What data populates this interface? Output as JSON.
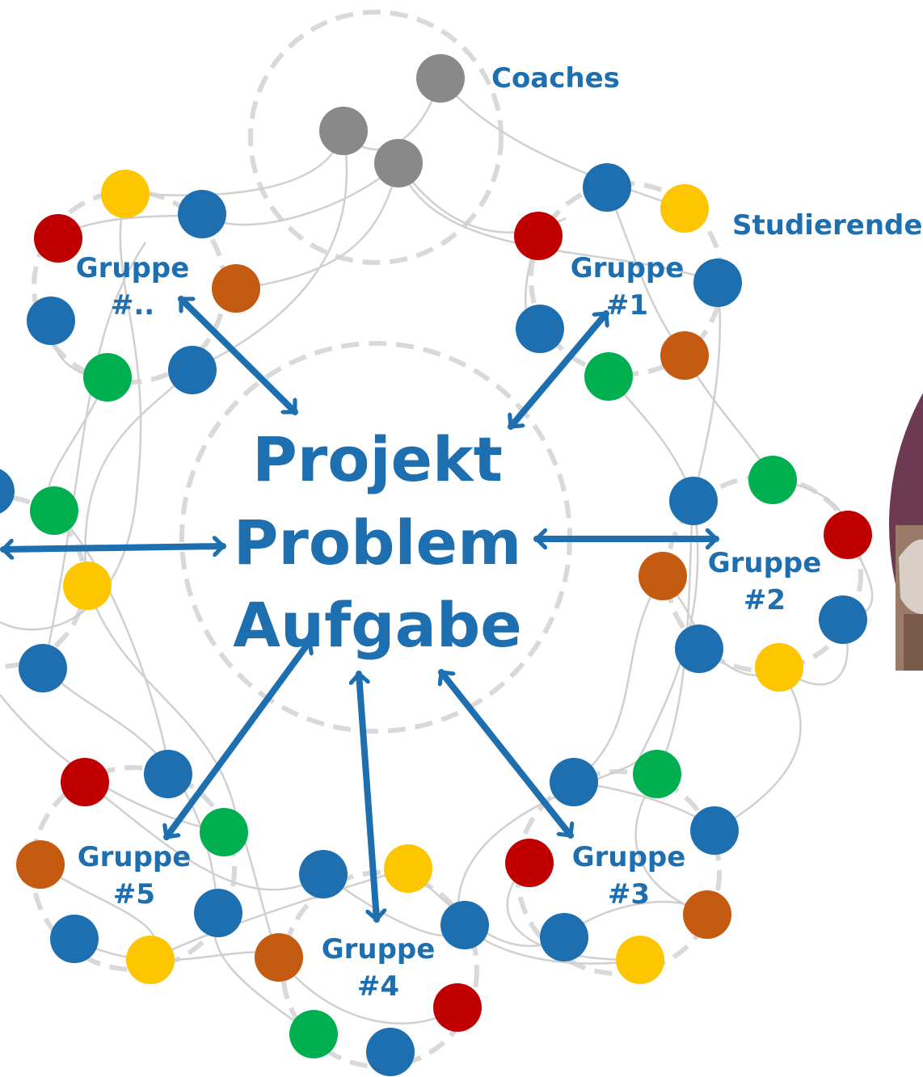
{
  "colors": {
    "blue": "#1d6fb0",
    "yellow": "#fec600",
    "red": "#c00000",
    "orange": "#c55a11",
    "green": "#00b050",
    "gray": "#898989",
    "text": "#1d6fb0",
    "ring": "#d9d9d9",
    "thread": "#d0d0d0",
    "photo_bg": "#6e3a52"
  },
  "labels": {
    "coaches": "Coaches",
    "studierende": "Studierende"
  },
  "center": {
    "line1": "Projekt",
    "line2": "Problem",
    "line3": "Aufgabe"
  },
  "groups": [
    {
      "id": "gx",
      "line1": "Gruppe",
      "line2": "#.."
    },
    {
      "id": "g1",
      "line1": "Gruppe",
      "line2": "#1"
    },
    {
      "id": "g2",
      "line1": "Gruppe",
      "line2": "#2"
    },
    {
      "id": "g3",
      "line1": "Gruppe",
      "line2": "#3"
    },
    {
      "id": "g4",
      "line1": "Gruppe",
      "line2": "#4"
    },
    {
      "id": "g5",
      "line1": "Gruppe",
      "line2": "#5"
    }
  ],
  "members": {
    "coaches": [
      "gray",
      "gray",
      "gray"
    ],
    "gx": [
      "yellow",
      "blue",
      "red",
      "orange",
      "blue",
      "green",
      "blue"
    ],
    "g1": [
      "blue",
      "yellow",
      "red",
      "blue",
      "blue",
      "orange",
      "green"
    ],
    "g2": [
      "green",
      "blue",
      "red",
      "orange",
      "blue",
      "blue",
      "yellow"
    ],
    "g3": [
      "blue",
      "green",
      "blue",
      "red",
      "orange",
      "blue",
      "yellow"
    ],
    "g4": [
      "blue",
      "yellow",
      "blue",
      "orange",
      "red",
      "green",
      "blue"
    ],
    "g5": [
      "red",
      "blue",
      "green",
      "orange",
      "blue",
      "blue",
      "yellow"
    ],
    "left": [
      "blue",
      "green",
      "yellow",
      "blue"
    ]
  }
}
